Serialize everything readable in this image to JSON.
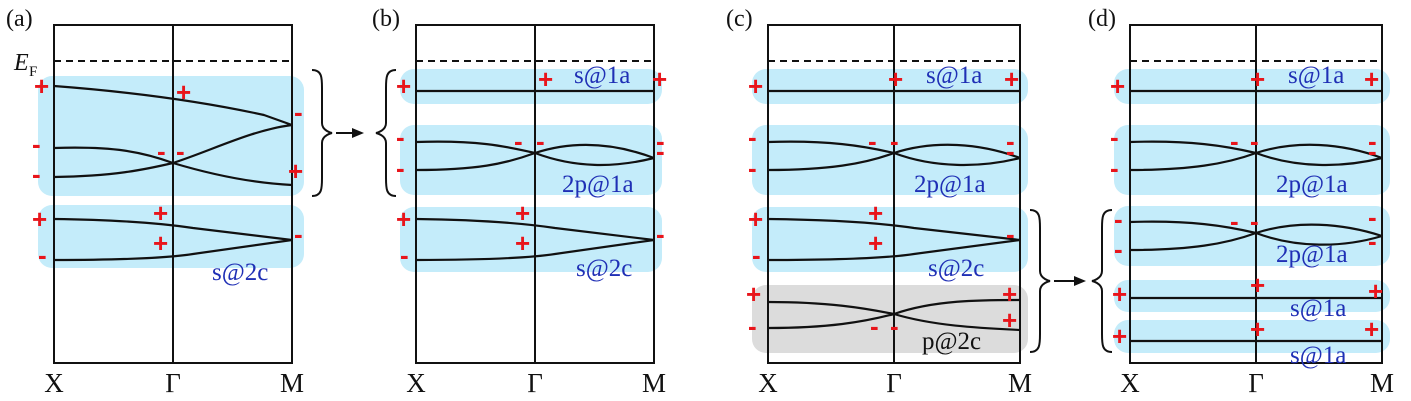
{
  "fermi_label": "E",
  "fermi_sub": "F",
  "colors": {
    "blue_band": "#c4ecfa",
    "gray_band": "#dcdcdc",
    "sign": "#e8151b",
    "label_blue": "#1f2fb5",
    "line": "#111111"
  },
  "panels": [
    {
      "label": "(a)",
      "ticks": [
        "X",
        "Γ",
        "M"
      ],
      "groups": [
        {
          "color": "blue",
          "label": ""
        },
        {
          "color": "blue",
          "label": "s@2c"
        }
      ]
    },
    {
      "label": "(b)",
      "ticks": [
        "X",
        "Γ",
        "M"
      ],
      "groups": [
        {
          "color": "blue",
          "label": "s@1a"
        },
        {
          "color": "blue",
          "label": "2p@1a"
        },
        {
          "color": "blue",
          "label": "s@2c"
        }
      ]
    },
    {
      "label": "(c)",
      "ticks": [
        "X",
        "Γ",
        "M"
      ],
      "groups": [
        {
          "color": "blue",
          "label": "s@1a"
        },
        {
          "color": "blue",
          "label": "2p@1a"
        },
        {
          "color": "blue",
          "label": "s@2c"
        },
        {
          "color": "gray",
          "label": "p@2c"
        }
      ]
    },
    {
      "label": "(d)",
      "ticks": [
        "X",
        "Γ",
        "M"
      ],
      "groups": [
        {
          "color": "blue",
          "label": "s@1a"
        },
        {
          "color": "blue",
          "label": "2p@1a"
        },
        {
          "color": "blue",
          "label": "2p@1a"
        },
        {
          "color": "blue",
          "label": "s@1a"
        },
        {
          "color": "blue",
          "label": "s@1a"
        }
      ]
    }
  ]
}
